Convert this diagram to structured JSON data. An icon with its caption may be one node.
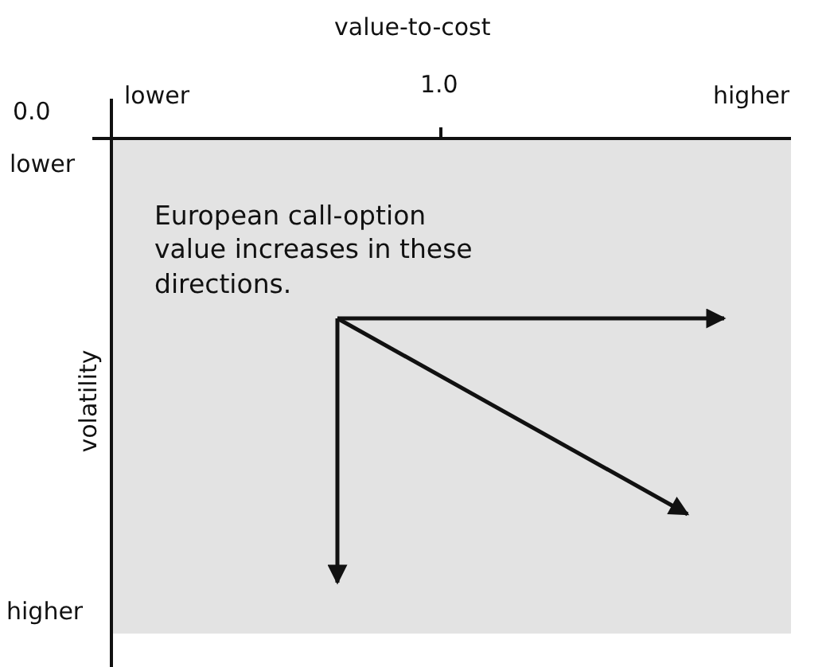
{
  "diagram": {
    "labels": [
      "value-to-cost",
      "1.0",
      "0.0",
      "lower",
      "higher",
      "lower",
      "European call-option value increases in these directions.",
      "volatility",
      "higher"
    ]
  }
}
